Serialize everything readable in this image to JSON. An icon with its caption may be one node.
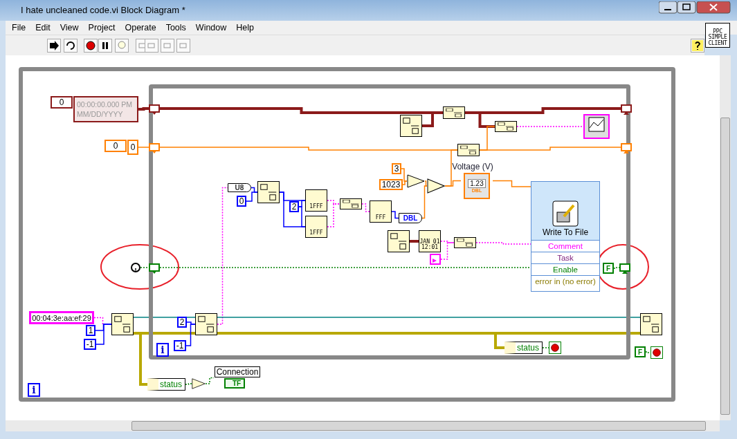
{
  "diagram": {
    "title": "I hate uncleaned code.vi Block Diagram *",
    "nodes": [
      {
        "text": [],
        "shape": "box"
      },
      {
        "text": [],
        "shape": "box",
        "in": 0
      },
      {
        "text": [
          "0"
        ],
        "in": 0
      },
      {
        "text": [
          "00:00:00.000 PM MM/DD/YYYY"
        ],
        "in": 0
      },
      {
        "text": [
          "0"
        ],
        "in": 0
      },
      {
        "text": [
          "0"
        ],
        "in": 0
      },
      {
        "text": [],
        "shape": "box",
        "in": 1
      },
      {
        "text": [],
        "shape": "box",
        "in": 1
      },
      {
        "text": [],
        "shape": "box",
        "in": 1
      },
      {
        "text": [],
        "shape": "picture",
        "in": 0
      },
      {
        "text": [
          "00:04:3e:aa:ef:29"
        ],
        "in": 0
      },
      {
        "text": [
          "1"
        ],
        "in": 0
      },
      {
        "text": [
          "-1"
        ],
        "in": 0
      },
      {
        "text": [],
        "shape": "picture",
        "in": 0
      },
      {
        "text": [
          "status"
        ],
        "in": 0
      },
      {
        "text": [],
        "shape": "triangle",
        "in": 0
      },
      {
        "text": [
          "Connection",
          "TF"
        ],
        "in": 0
      },
      {
        "text": [],
        "shape": "picture",
        "in": 0
      },
      {
        "text": [
          "F"
        ],
        "in": 0
      },
      {
        "text": [],
        "shape": "circle",
        "in": 0
      },
      {
        "text": [],
        "shape": "box",
        "in": 1
      },
      {
        "text": [],
        "shape": "box",
        "in": 1
      },
      {
        "text": [],
        "shape": "box",
        "in": 1
      },
      {
        "text": [
          "F"
        ],
        "in": 1
      },
      {
        "text": [
          "2"
        ],
        "in": 1
      },
      {
        "text": [
          "-1"
        ],
        "in": 1
      },
      {
        "text": [],
        "shape": "picture",
        "in": 1
      },
      {
        "text": [
          "U8"
        ],
        "in": 1
      },
      {
        "text": [],
        "shape": "picture",
        "in": 1
      },
      {
        "text": [
          "0"
        ],
        "in": 1
      },
      {
        "text": [
          "2"
        ],
        "in": 1
      },
      {
        "text": [
          "1FFF"
        ],
        "in": 1
      },
      {
        "text": [
          "1FFF"
        ],
        "in": 1
      },
      {
        "text": [],
        "shape": "picture",
        "in": 1
      },
      {
        "text": [
          "FFF"
        ],
        "in": 1
      },
      {
        "text": [
          "DBL"
        ],
        "in": 1
      },
      {
        "text": [
          "3"
        ],
        "in": 1
      },
      {
        "text": [
          "1023"
        ],
        "in": 1
      },
      {
        "text": [],
        "shape": "triangle",
        "in": 1
      },
      {
        "text": [],
        "shape": "triangle",
        "in": 1
      },
      {
        "text": [
          "Voltage (V)",
          "1.23",
          "DBL"
        ],
        "in": 1
      },
      {
        "text": [],
        "shape": "picture",
        "in": 1
      },
      {
        "text": [],
        "shape": "picture",
        "in": 1
      },
      {
        "text": [],
        "shape": "picture",
        "in": 1
      },
      {
        "text": [],
        "shape": "picture",
        "in": 1
      },
      {
        "text": [],
        "shape": "picture",
        "in": 1
      },
      {
        "text": [],
        "shape": "picture",
        "in": 1
      },
      {
        "text": [
          "JAN 01 12:01"
        ],
        "in": 1
      },
      {
        "text": [],
        "shape": "picture",
        "in": 1
      },
      {
        "text": [],
        "shape": "picture",
        "in": 1
      },
      {
        "text": [
          "Write To File",
          "Comment",
          "Task",
          "Enable",
          "error in (no error)"
        ],
        "in": 1
      },
      {
        "text": [
          "status"
        ],
        "in": 1
      },
      {
        "text": [],
        "shape": "circle",
        "in": 1
      }
    ],
    "edges": [
      {
        "from": 3,
        "to": 6,
        "arrow": "none",
        "style": "thick",
        "color": "#8b1a1a"
      },
      {
        "from": 6,
        "to": 41,
        "arrow": "none",
        "style": "thick",
        "color": "#8b1a1a"
      },
      {
        "from": 42,
        "to": 41,
        "arrow": "none",
        "style": "thick",
        "color": "#8b1a1a"
      },
      {
        "from": 41,
        "to": 44,
        "arrow": "none",
        "style": "thick",
        "color": "#8b1a1a"
      },
      {
        "from": 44,
        "to": 45,
        "arrow": "none",
        "style": "dashed",
        "color": "#ff00ff"
      },
      {
        "from": 41,
        "to": 20,
        "arrow": "none",
        "style": "thick",
        "color": "#8b1a1a"
      },
      {
        "from": 5,
        "to": 7,
        "arrow": "none",
        "color": "#ff8000"
      },
      {
        "from": 7,
        "to": 43,
        "arrow": "none",
        "color": "#ff8000"
      },
      {
        "from": 43,
        "to": 44,
        "arrow": "none",
        "color": "#ff8000"
      },
      {
        "from": 43,
        "to": 21,
        "arrow": "none",
        "color": "#ff8000"
      },
      {
        "from": 39,
        "to": 43,
        "arrow": "none",
        "color": "#ff8000"
      },
      {
        "from": 36,
        "to": 38,
        "arrow": "none",
        "color": "#ff8000"
      },
      {
        "from": 37,
        "to": 38,
        "arrow": "none",
        "color": "#ff8000"
      },
      {
        "from": 38,
        "to": 39,
        "arrow": "none",
        "color": "#ff8000"
      },
      {
        "from": 35,
        "to": 39,
        "arrow": "none",
        "color": "#ff8000"
      },
      {
        "from": 39,
        "to": 40,
        "arrow": "none",
        "color": "#ff8000"
      },
      {
        "from": 40,
        "to": 50,
        "arrow": "none",
        "color": "#ff8000"
      },
      {
        "from": 10,
        "to": 13,
        "arrow": "none",
        "style": "dashed",
        "color": "#ff00ff"
      },
      {
        "from": 11,
        "to": 13,
        "arrow": "none",
        "color": "#0000ff"
      },
      {
        "from": 12,
        "to": 13,
        "arrow": "none",
        "color": "#0000ff"
      },
      {
        "from": 13,
        "to": 26,
        "arrow": "none",
        "color": "#008080"
      },
      {
        "from": 13,
        "to": 14,
        "arrow": "none",
        "style": "thick",
        "color": "#b8a800"
      },
      {
        "from": 13,
        "to": 26,
        "arrow": "none",
        "style": "thick",
        "color": "#b8a800"
      },
      {
        "from": 26,
        "to": 51,
        "arrow": "none",
        "style": "thick",
        "color": "#b8a800"
      },
      {
        "from": 26,
        "to": 17,
        "arrow": "none",
        "style": "thick",
        "color": "#b8a800"
      },
      {
        "from": 14,
        "to": 15,
        "arrow": "none",
        "style": "dashed",
        "color": "#008000"
      },
      {
        "from": 15,
        "to": 16,
        "arrow": "none",
        "style": "dashed",
        "color": "#008000"
      },
      {
        "from": 24,
        "to": 26,
        "arrow": "none",
        "color": "#0000ff"
      },
      {
        "from": 25,
        "to": 26,
        "arrow": "none",
        "color": "#0000ff"
      },
      {
        "from": 26,
        "to": 27,
        "arrow": "none",
        "style": "dashed",
        "color": "#ff00ff"
      },
      {
        "from": 27,
        "to": 28,
        "arrow": "none",
        "color": "#0000ff"
      },
      {
        "from": 29,
        "to": 28,
        "arrow": "none",
        "color": "#0000ff"
      },
      {
        "from": 28,
        "to": 31,
        "arrow": "none",
        "color": "#0000ff"
      },
      {
        "from": 28,
        "to": 32,
        "arrow": "none",
        "color": "#0000ff"
      },
      {
        "from": 30,
        "to": 31,
        "arrow": "none",
        "color": "#0000ff"
      },
      {
        "from": 30,
        "to": 32,
        "arrow": "none",
        "color": "#0000ff"
      },
      {
        "from": 31,
        "to": 33,
        "arrow": "none",
        "style": "dashed",
        "color": "#ff00ff"
      },
      {
        "from": 32,
        "to": 33,
        "arrow": "none",
        "style": "dashed",
        "color": "#ff00ff"
      },
      {
        "from": 33,
        "to": 34,
        "arrow": "none",
        "style": "dashed",
        "color": "#ff00ff"
      },
      {
        "from": 34,
        "to": 35,
        "arrow": "none",
        "color": "#0000ff"
      },
      {
        "from": 46,
        "to": 47,
        "arrow": "none",
        "style": "thick",
        "color": "#8b1a1a"
      },
      {
        "from": 47,
        "to": 48,
        "arrow": "none",
        "style": "dashed",
        "color": "#ff00ff"
      },
      {
        "from": 49,
        "to": 48,
        "arrow": "none",
        "style": "dashed",
        "color": "#ff00ff"
      },
      {
        "from": 48,
        "to": 50,
        "arrow": "none",
        "style": "dashed",
        "color": "#ff00ff"
      },
      {
        "from": 9,
        "to": 8,
        "arrow": "none",
        "style": "dashed",
        "color": "#008000"
      },
      {
        "from": 8,
        "to": 50,
        "arrow": "none",
        "style": "dashed",
        "color": "#008000"
      },
      {
        "from": 23,
        "to": 22,
        "arrow": "none",
        "style": "dashed",
        "color": "#008000"
      },
      {
        "from": 51,
        "to": 52,
        "arrow": "none",
        "style": "dashed",
        "color": "#008000"
      },
      {
        "from": 18,
        "to": 19,
        "arrow": "none",
        "style": "dashed",
        "color": "#008000"
      },
      {
        "from": 26,
        "to": 17,
        "arrow": "none",
        "color": "#008080"
      }
    ],
    "labels": [
      "File",
      "Edit",
      "View",
      "Project",
      "Operate",
      "Tools",
      "Window",
      "Help",
      "PPC SIMPLE CLIENT",
      "i",
      "i"
    ]
  }
}
